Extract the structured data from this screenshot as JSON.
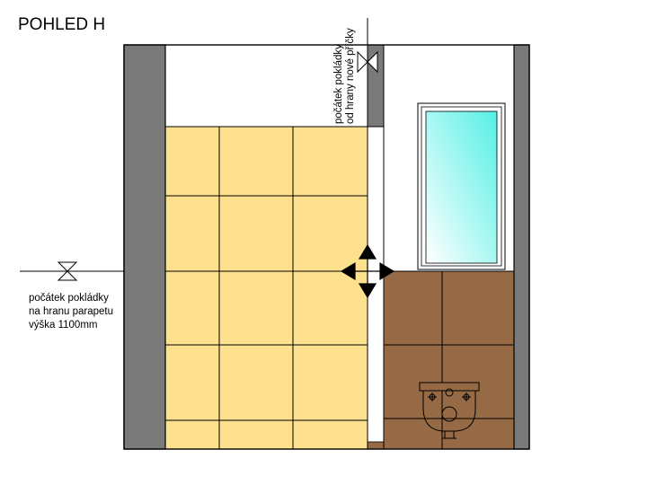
{
  "drawing": {
    "title": "POHLED H",
    "note_left": {
      "line1": "počátek pokládky",
      "line2": "na hranu parapetu",
      "line3": "výška 1100mm"
    },
    "note_top": {
      "line1": "počátek pokládky",
      "line2": "od hrany nové příčky"
    }
  },
  "colors": {
    "wall": "#7a7a7a",
    "outline": "#000000",
    "tile_yellow": "#fde18e",
    "tile_brown": "#966a45",
    "window_glass_top": "#55f0e6",
    "window_glass_bottom": "#ffffff",
    "paper": "#ffffff"
  },
  "icons": {
    "layout_start_marker": "bowtie-valve-symbol",
    "direction_marker": "four-way-arrow",
    "toilet": "wall-hung-toilet"
  }
}
